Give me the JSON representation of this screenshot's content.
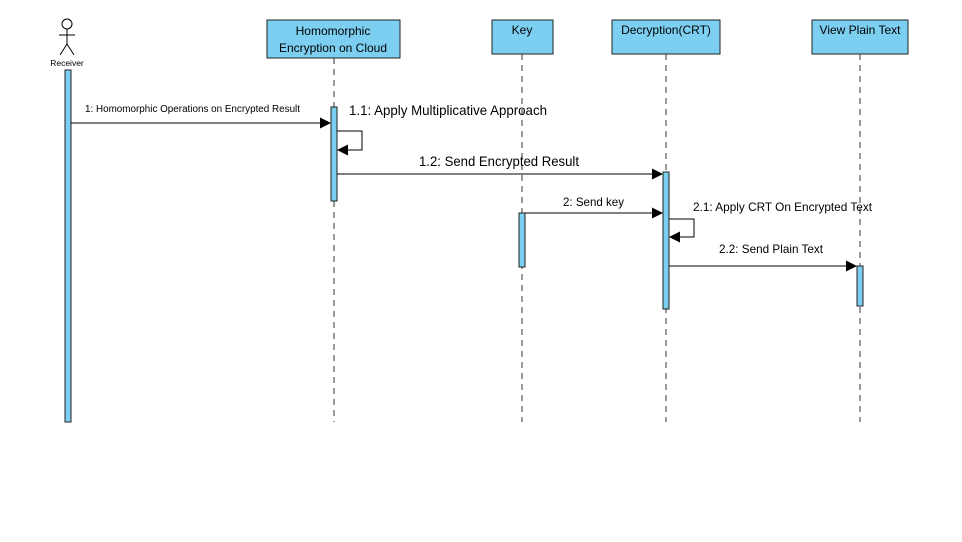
{
  "actor": {
    "label": "Receiver"
  },
  "objects": {
    "cloud": {
      "line1": "Homomorphic",
      "line2": "Encryption on Cloud"
    },
    "key": {
      "label": "Key"
    },
    "decryption": {
      "label": "Decryption(CRT)"
    },
    "view": {
      "label": "View Plain Text"
    }
  },
  "messages": {
    "m1": "1: Homomorphic Operations on Encrypted Result",
    "m1_1": "1.1: Apply Multiplicative Approach",
    "m1_2": "1.2: Send Encrypted Result",
    "m2": "2: Send key",
    "m2_1": "2.1: Apply CRT On Encrypted Text",
    "m2_2": "2.2: Send Plain Text"
  },
  "colors": {
    "fill": "#7ccff0",
    "stroke": "#222222"
  }
}
